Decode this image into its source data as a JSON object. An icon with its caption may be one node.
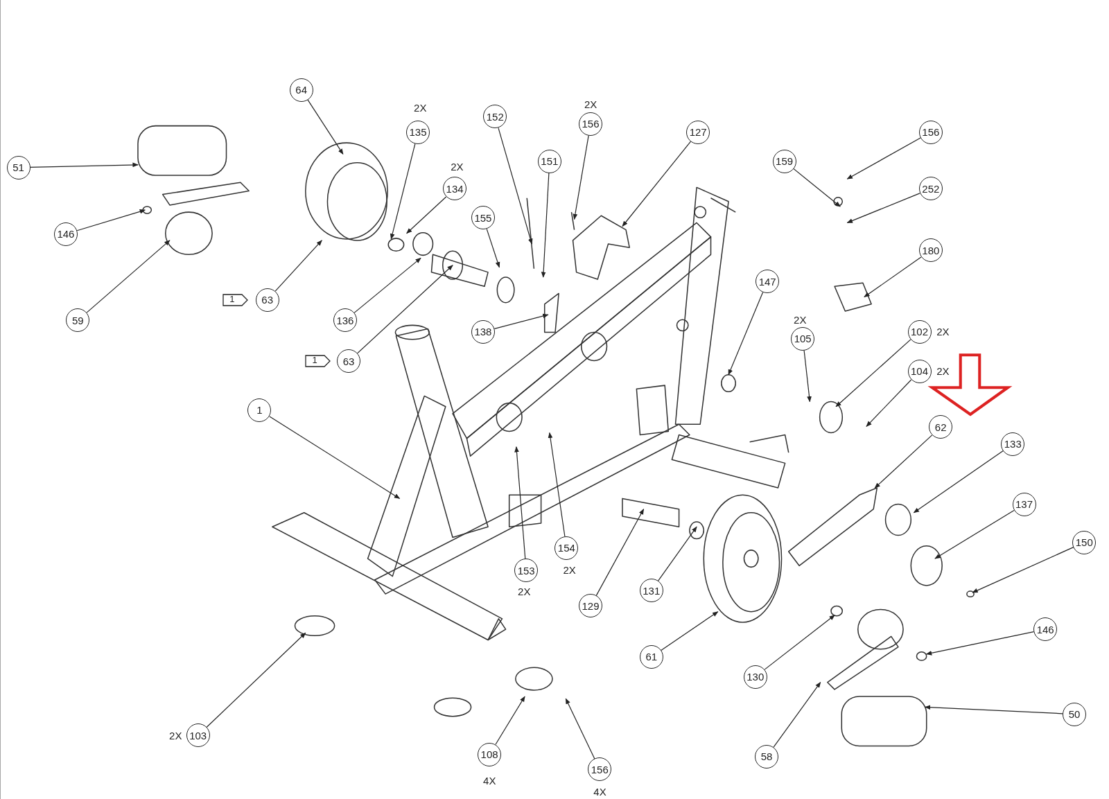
{
  "diagram": {
    "nodes": [
      {
        "text": [
          "51"
        ]
      },
      {
        "text": [
          "146"
        ]
      },
      {
        "text": [
          "59"
        ]
      },
      {
        "text": [
          "64"
        ]
      },
      {
        "text": [
          "1"
        ]
      },
      {
        "text": [
          "63"
        ]
      },
      {
        "text": [
          "135"
        ],
        "beside": [
          "2X"
        ]
      },
      {
        "text": [
          "134"
        ],
        "beside": [
          "2X"
        ]
      },
      {
        "text": [
          "136"
        ]
      },
      {
        "text": [
          "1"
        ]
      },
      {
        "text": [
          "63"
        ]
      },
      {
        "text": [
          "152"
        ]
      },
      {
        "text": [
          "151"
        ]
      },
      {
        "text": [
          "155"
        ]
      },
      {
        "text": [
          "156"
        ],
        "beside": [
          "2X"
        ]
      },
      {
        "text": [
          "127"
        ]
      },
      {
        "text": [
          "138"
        ]
      },
      {
        "text": [
          "159"
        ]
      },
      {
        "text": [
          "156"
        ]
      },
      {
        "text": [
          "252"
        ]
      },
      {
        "text": [
          "180"
        ]
      },
      {
        "text": [
          "147"
        ]
      },
      {
        "text": [
          "105"
        ],
        "beside": [
          "2X"
        ]
      },
      {
        "text": [
          "102"
        ],
        "beside": [
          "2X"
        ]
      },
      {
        "text": [
          "104"
        ],
        "beside": [
          "2X"
        ]
      },
      {
        "text": [
          "62"
        ]
      },
      {
        "text": [
          "1"
        ]
      },
      {
        "text": [
          "133"
        ]
      },
      {
        "text": [
          "137"
        ]
      },
      {
        "text": [
          "150"
        ]
      },
      {
        "text": [
          "153"
        ],
        "beside": [
          "2X"
        ]
      },
      {
        "text": [
          "154"
        ],
        "beside": [
          "2X"
        ]
      },
      {
        "text": [
          "129"
        ]
      },
      {
        "text": [
          "131"
        ]
      },
      {
        "text": [
          "61"
        ]
      },
      {
        "text": [
          "130"
        ]
      },
      {
        "text": [
          "146"
        ]
      },
      {
        "text": [
          "50"
        ]
      },
      {
        "text": [
          "58"
        ]
      },
      {
        "text": [
          "103"
        ],
        "beside": [
          "2X"
        ]
      },
      {
        "text": [
          "108"
        ],
        "beside": [
          "4X"
        ]
      },
      {
        "text": [
          "156"
        ],
        "beside": [
          "4X"
        ]
      }
    ],
    "edges": [
      {
        "from": 0,
        "to": null,
        "arrow": "to"
      },
      {
        "from": 1,
        "to": null,
        "arrow": "to"
      },
      {
        "from": 2,
        "to": null,
        "arrow": "to"
      },
      {
        "from": 3,
        "to": null,
        "arrow": "to"
      },
      {
        "from": 5,
        "to": null,
        "arrow": "to"
      },
      {
        "from": 6,
        "to": null,
        "arrow": "to"
      },
      {
        "from": 7,
        "to": null,
        "arrow": "to"
      },
      {
        "from": 8,
        "to": null,
        "arrow": "to"
      },
      {
        "from": 10,
        "to": null,
        "arrow": "to"
      },
      {
        "from": 11,
        "to": null,
        "arrow": "to"
      },
      {
        "from": 12,
        "to": null,
        "arrow": "to"
      },
      {
        "from": 13,
        "to": null,
        "arrow": "to"
      },
      {
        "from": 14,
        "to": null,
        "arrow": "to"
      },
      {
        "from": 15,
        "to": null,
        "arrow": "to"
      },
      {
        "from": 16,
        "to": null,
        "arrow": "to"
      },
      {
        "from": 17,
        "to": null,
        "arrow": "to"
      },
      {
        "from": 18,
        "to": null,
        "arrow": "to"
      },
      {
        "from": 19,
        "to": null,
        "arrow": "to"
      },
      {
        "from": 20,
        "to": null,
        "arrow": "to"
      },
      {
        "from": 21,
        "to": null,
        "arrow": "to"
      },
      {
        "from": 22,
        "to": null,
        "arrow": "to"
      },
      {
        "from": 23,
        "to": null,
        "arrow": "to"
      },
      {
        "from": 24,
        "to": null,
        "arrow": "to"
      },
      {
        "from": 25,
        "to": null,
        "arrow": "to"
      },
      {
        "from": 26,
        "to": null,
        "arrow": "to"
      },
      {
        "from": 27,
        "to": null,
        "arrow": "to"
      },
      {
        "from": 28,
        "to": null,
        "arrow": "to"
      },
      {
        "from": 29,
        "to": null,
        "arrow": "to"
      },
      {
        "from": 30,
        "to": null,
        "arrow": "to"
      },
      {
        "from": 31,
        "to": null,
        "arrow": "to"
      },
      {
        "from": 32,
        "to": null,
        "arrow": "to"
      },
      {
        "from": 33,
        "to": null,
        "arrow": "to"
      },
      {
        "from": 34,
        "to": null,
        "arrow": "to"
      },
      {
        "from": 35,
        "to": null,
        "arrow": "to"
      },
      {
        "from": 36,
        "to": null,
        "arrow": "to"
      },
      {
        "from": 37,
        "to": null,
        "arrow": "to"
      },
      {
        "from": 38,
        "to": null,
        "arrow": "to"
      },
      {
        "from": 39,
        "to": null,
        "arrow": "to"
      },
      {
        "from": 40,
        "to": null,
        "arrow": "to"
      },
      {
        "from": 41,
        "to": null,
        "arrow": "to"
      }
    ]
  }
}
